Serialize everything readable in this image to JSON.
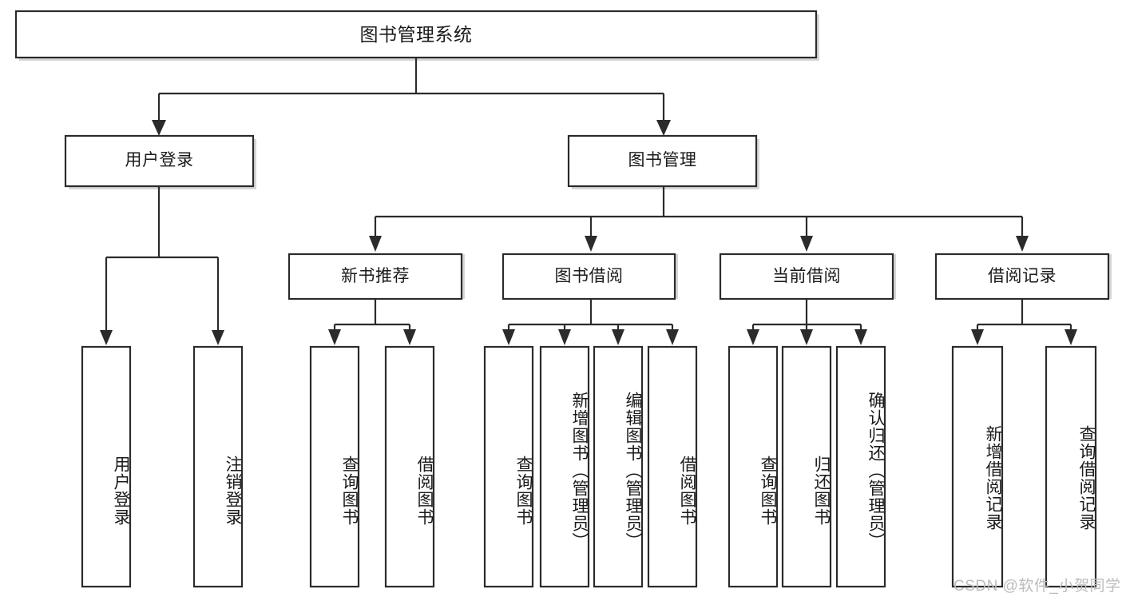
{
  "diagram": {
    "type": "hierarchy-tree",
    "title": "图书管理系统",
    "watermark": "CSDN @软件_小贺同学",
    "colors": {
      "box_stroke": "#2b2b2b",
      "box_fill": "#ffffff",
      "connector": "#2b2b2b",
      "background": "#ffffff",
      "watermark": "#bcbcbc"
    },
    "nodes": {
      "root": {
        "label": "图书管理系统",
        "orientation": "horizontal"
      },
      "level2": [
        {
          "id": "user-login",
          "label": "用户登录",
          "orientation": "horizontal"
        },
        {
          "id": "book-manage",
          "label": "图书管理",
          "orientation": "horizontal"
        }
      ],
      "level3": [
        {
          "id": "new-book-recommend",
          "label": "新书推荐",
          "orientation": "horizontal"
        },
        {
          "id": "book-borrow",
          "label": "图书借阅",
          "orientation": "horizontal"
        },
        {
          "id": "current-borrow",
          "label": "当前借阅",
          "orientation": "horizontal"
        },
        {
          "id": "borrow-record",
          "label": "借阅记录",
          "orientation": "horizontal"
        }
      ],
      "leaves": [
        {
          "id": "leaf-user-login",
          "label": "用户登录",
          "parent": "user-login",
          "orientation": "vertical"
        },
        {
          "id": "leaf-logout-login",
          "label": "注销登录",
          "parent": "user-login",
          "orientation": "vertical"
        },
        {
          "id": "leaf-query-book-1",
          "label": "查询图书",
          "parent": "new-book-recommend",
          "orientation": "vertical"
        },
        {
          "id": "leaf-borrow-book-1",
          "label": "借阅图书",
          "parent": "new-book-recommend",
          "orientation": "vertical"
        },
        {
          "id": "leaf-query-book-2",
          "label": "查询图书",
          "parent": "book-borrow",
          "orientation": "vertical"
        },
        {
          "id": "leaf-add-book",
          "label": "新增图书（管理员）",
          "parent": "book-borrow",
          "orientation": "vertical"
        },
        {
          "id": "leaf-edit-book",
          "label": "编辑图书（管理员）",
          "parent": "book-borrow",
          "orientation": "vertical"
        },
        {
          "id": "leaf-borrow-book-2",
          "label": "借阅图书",
          "parent": "book-borrow",
          "orientation": "vertical"
        },
        {
          "id": "leaf-query-book-3",
          "label": "查询图书",
          "parent": "current-borrow",
          "orientation": "vertical"
        },
        {
          "id": "leaf-return-book",
          "label": "归还图书",
          "parent": "current-borrow",
          "orientation": "vertical"
        },
        {
          "id": "leaf-confirm-return",
          "label": "确认归还（管理员）",
          "parent": "current-borrow",
          "orientation": "vertical"
        },
        {
          "id": "leaf-add-record",
          "label": "新增借阅记录",
          "parent": "borrow-record",
          "orientation": "vertical"
        },
        {
          "id": "leaf-query-record",
          "label": "查询借阅记录",
          "parent": "borrow-record",
          "orientation": "vertical"
        }
      ]
    }
  }
}
